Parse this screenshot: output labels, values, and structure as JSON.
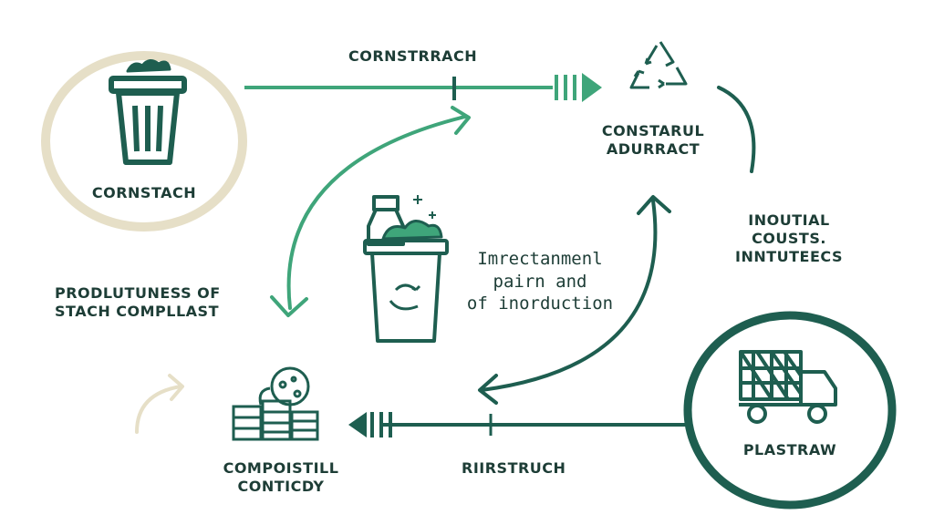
{
  "nodes": {
    "trash": {
      "label": "CORNSTACH"
    },
    "recycle": {
      "label_line1": "CONSTARUL",
      "label_line2": "ADURRACT"
    },
    "truck": {
      "label": "PLASTRAW"
    },
    "coins": {
      "label_line1": "COMPOISTILL",
      "label_line2": "CONTICDY"
    },
    "bin": {
      "label_line1": "Imrectanmenl",
      "label_line2": "pairn and",
      "label_line3": "of inorduction"
    }
  },
  "edges": {
    "top": {
      "label": "CORNSTRRACH"
    },
    "bottom": {
      "label": "RIIRSTRUCH"
    }
  },
  "annotations": {
    "left": {
      "line1": "PRODLUTUNESS OF",
      "line2": "STACH COMPLLAST"
    },
    "right": {
      "line1": "INOUTIAL",
      "line2": "COUSTS.",
      "line3": "INNTUTEECS"
    }
  },
  "colors": {
    "dark_green": "#1e5e50",
    "mid_green": "#3fa57a",
    "beige": "#e6dfc7",
    "text": "#1d3d36"
  }
}
